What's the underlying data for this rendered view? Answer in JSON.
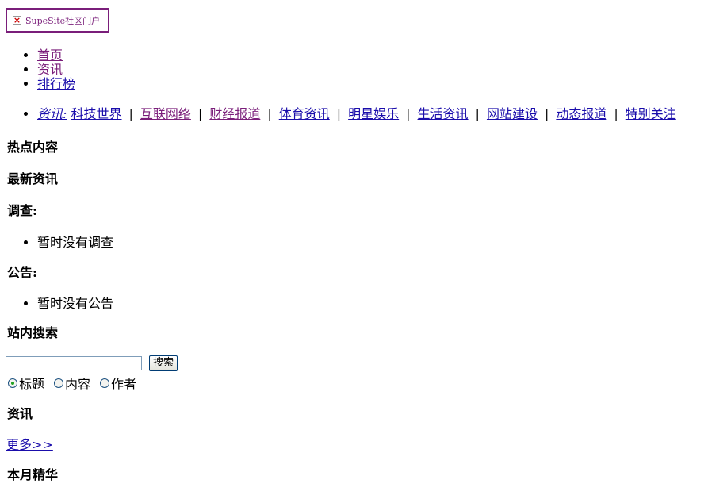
{
  "logo": {
    "alt_text": "SupeSite社区门户"
  },
  "nav": {
    "items": [
      {
        "label": "首页"
      },
      {
        "label": "资讯"
      },
      {
        "label": "排行榜"
      }
    ]
  },
  "subnav": {
    "label": "资讯:",
    "separator": "|",
    "items": [
      {
        "label": "科技世界"
      },
      {
        "label": "互联网络"
      },
      {
        "label": "财经报道"
      },
      {
        "label": "体育资讯"
      },
      {
        "label": "明星娱乐"
      },
      {
        "label": "生活资讯"
      },
      {
        "label": "网站建设"
      },
      {
        "label": "动态报道"
      },
      {
        "label": "特别关注"
      }
    ]
  },
  "sections": {
    "hot": "热点内容",
    "latest": "最新资讯",
    "poll": {
      "title": "调查:",
      "empty": "暂时没有调查"
    },
    "notice": {
      "title": "公告:",
      "empty": "暂时没有公告"
    },
    "search": {
      "title": "站内搜索",
      "input_value": "",
      "button_label": "搜索",
      "options": [
        {
          "label": "标题",
          "checked": true
        },
        {
          "label": "内容",
          "checked": false
        },
        {
          "label": "作者",
          "checked": false
        }
      ]
    },
    "news": {
      "title": "资讯",
      "more_label": "更多>>"
    },
    "monthly": "本月精华"
  },
  "colors": {
    "link": "#1a0dab",
    "visited_link": "#7a1e7a"
  }
}
